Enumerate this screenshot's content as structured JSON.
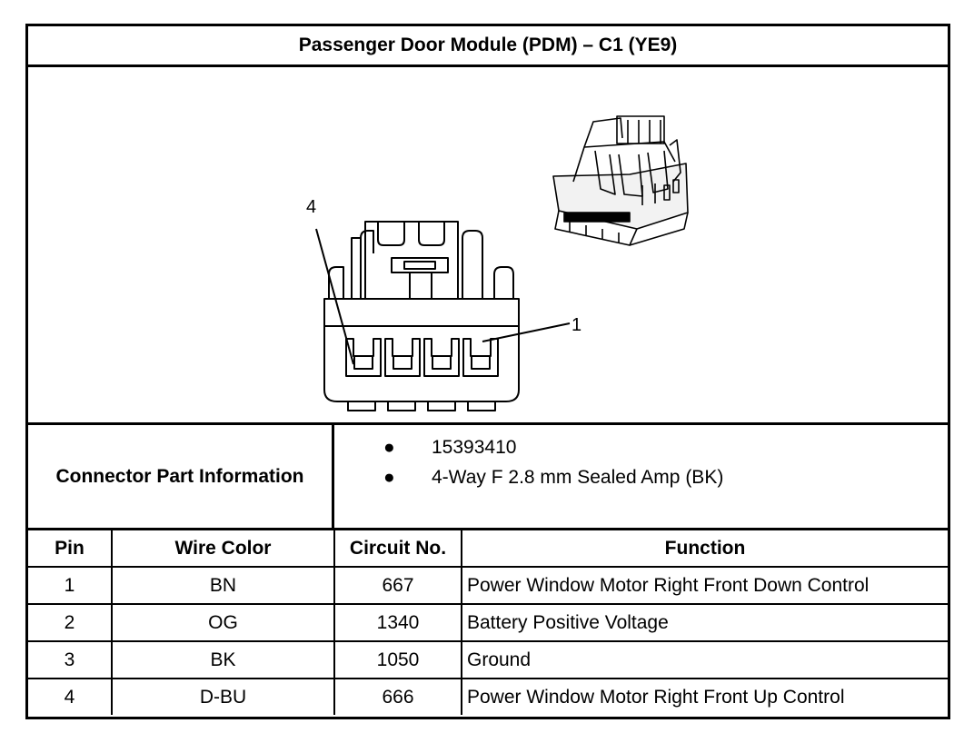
{
  "title": "Passenger Door Module (PDM) – C1 (YE9)",
  "diagram": {
    "pin_callout_left": "4",
    "pin_callout_right": "1"
  },
  "connector_part_information": {
    "label": "Connector Part Information",
    "items": [
      "15393410",
      "4-Way F 2.8 mm Sealed Amp (BK)"
    ],
    "bullet": "●"
  },
  "pin_table": {
    "headers": {
      "pin": "Pin",
      "wire_color": "Wire Color",
      "circuit_no": "Circuit No.",
      "function": "Function"
    },
    "rows": [
      {
        "pin": "1",
        "wire_color": "BN",
        "circuit_no": "667",
        "function": "Power Window Motor Right Front Down Control"
      },
      {
        "pin": "2",
        "wire_color": "OG",
        "circuit_no": "1340",
        "function": "Battery Positive Voltage"
      },
      {
        "pin": "3",
        "wire_color": "BK",
        "circuit_no": "1050",
        "function": "Ground"
      },
      {
        "pin": "4",
        "wire_color": "D-BU",
        "circuit_no": "666",
        "function": "Power Window Motor Right Front Up Control"
      }
    ]
  }
}
